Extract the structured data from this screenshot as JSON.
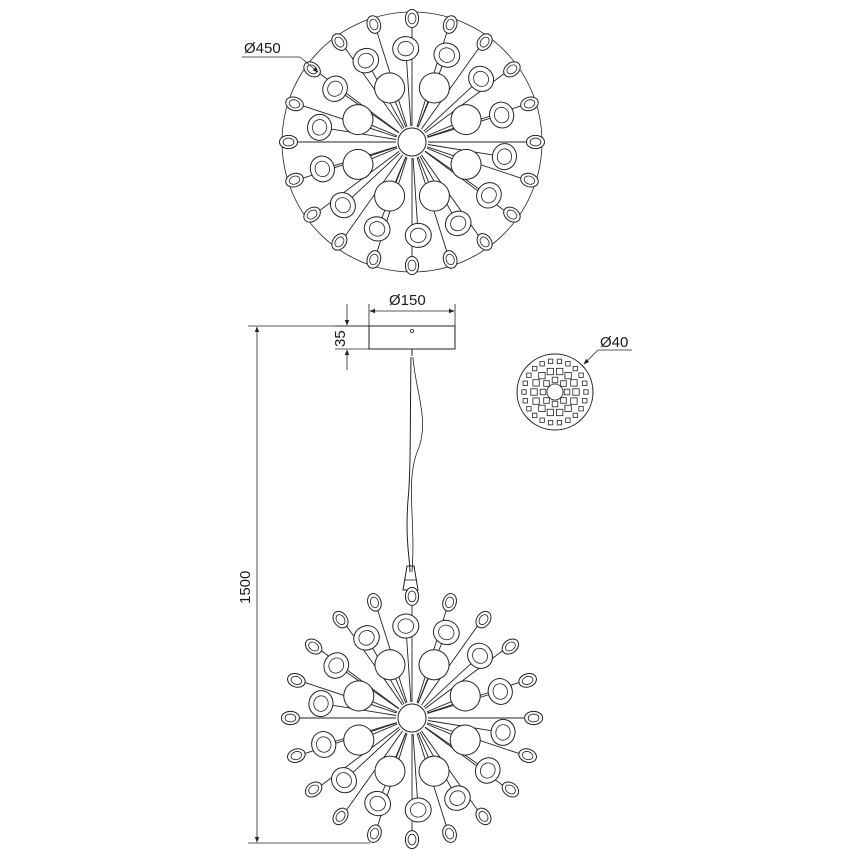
{
  "dimensions": {
    "sphere_diameter": "Ø450",
    "canopy_diameter": "Ø150",
    "canopy_height": "35",
    "total_height": "1500",
    "led_diameter": "Ø40"
  },
  "colors": {
    "line": "#222222",
    "background": "#ffffff"
  }
}
